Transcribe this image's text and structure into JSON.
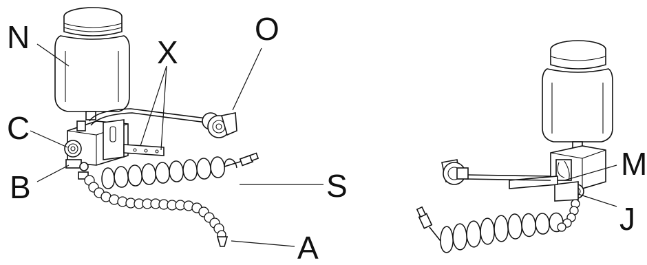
{
  "callouts": [
    {
      "id": "N",
      "text": "N"
    },
    {
      "id": "X",
      "text": "X"
    },
    {
      "id": "O",
      "text": "O"
    },
    {
      "id": "C",
      "text": "C"
    },
    {
      "id": "B",
      "text": "B"
    },
    {
      "id": "S",
      "text": "S"
    },
    {
      "id": "A",
      "text": "A"
    },
    {
      "id": "M",
      "text": "M"
    },
    {
      "id": "J",
      "text": "J"
    }
  ]
}
